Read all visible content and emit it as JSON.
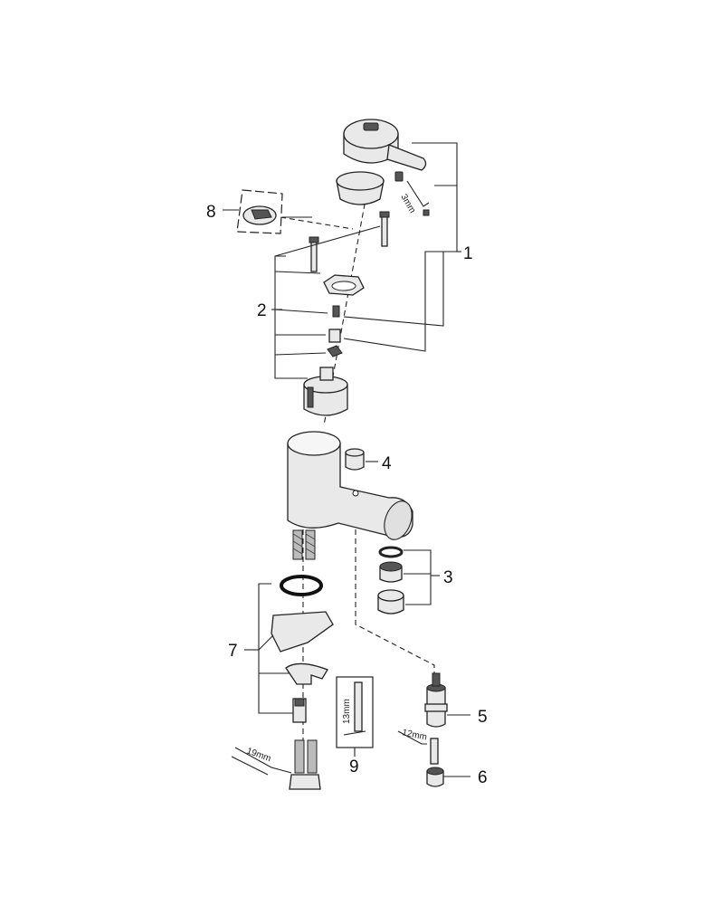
{
  "callouts": {
    "c1": "1",
    "c2": "2",
    "c3": "3",
    "c4": "4",
    "c5": "5",
    "c6": "6",
    "c7": "7",
    "c8": "8",
    "c9": "9"
  },
  "dimensions": {
    "hex_key": "3mm",
    "spanner_13": "13mm",
    "spanner_12": "12mm",
    "spanner_19": "19mm"
  }
}
